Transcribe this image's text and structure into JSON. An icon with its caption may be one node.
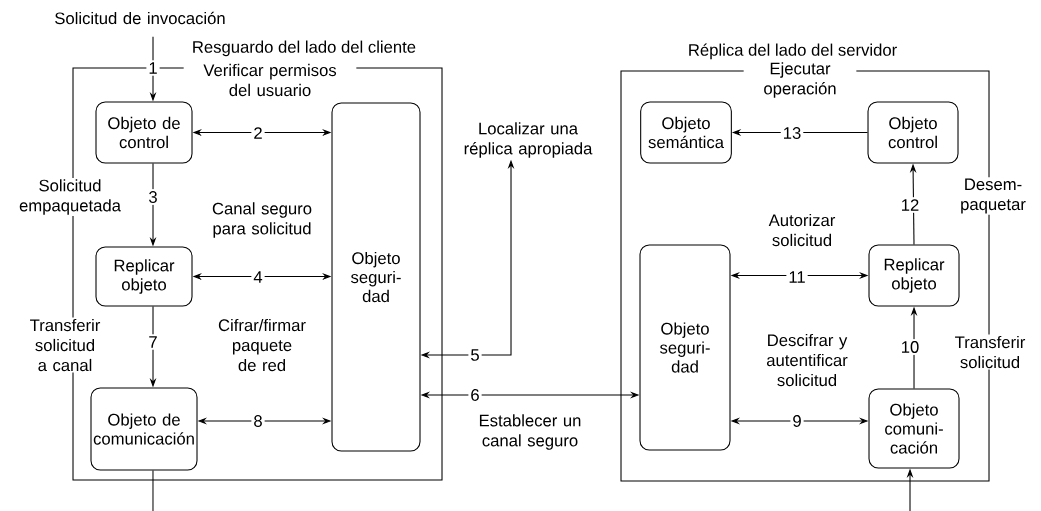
{
  "diagram": {
    "nodes": [
      {
        "text": [
          "Resguardo del lado del cliente"
        ]
      },
      {
        "text": [
          "Objeto de control"
        ],
        "in": 0
      },
      {
        "text": [
          "Replicar objeto"
        ],
        "in": 0
      },
      {
        "text": [
          "Objeto de comunicación"
        ],
        "in": 0
      },
      {
        "text": [
          "Objeto seguri- dad"
        ],
        "in": 0
      },
      {
        "text": [
          "Localizar una réplica apropiada"
        ]
      },
      {
        "text": [
          "Réplica del lado del servidor"
        ]
      },
      {
        "text": [
          "Objeto semántica"
        ],
        "in": 6
      },
      {
        "text": [
          "Objeto control"
        ],
        "in": 6
      },
      {
        "text": [
          "Objeto seguri- dad"
        ],
        "in": 6
      },
      {
        "text": [
          "Replicar objeto"
        ],
        "in": 6
      },
      {
        "text": [
          "Objeto comuni- cación"
        ],
        "in": 6
      },
      {
        "text": [
          "Solicitud de invocación"
        ]
      }
    ],
    "edges": [
      {
        "from": 12,
        "to": 1,
        "arrow": "to",
        "label": "1"
      },
      {
        "from": 1,
        "to": 4,
        "arrow": "both",
        "label": "2"
      },
      {
        "from": 1,
        "to": 2,
        "arrow": "to",
        "label": "3"
      },
      {
        "from": 2,
        "to": 4,
        "arrow": "both",
        "label": "4"
      },
      {
        "from": 4,
        "to": 5,
        "arrow": "both",
        "label": "5"
      },
      {
        "from": 4,
        "to": 9,
        "arrow": "both",
        "label": "6"
      },
      {
        "from": 2,
        "to": 3,
        "arrow": "to",
        "label": "7"
      },
      {
        "from": 3,
        "to": 4,
        "arrow": "both",
        "label": "8"
      },
      {
        "from": 9,
        "to": 11,
        "arrow": "both",
        "label": "9"
      },
      {
        "from": 11,
        "to": 10,
        "arrow": "to",
        "label": "10"
      },
      {
        "from": 9,
        "to": 10,
        "arrow": "both",
        "label": "11"
      },
      {
        "from": 10,
        "to": 8,
        "arrow": "to",
        "label": "12"
      },
      {
        "from": 8,
        "to": 7,
        "arrow": "to",
        "label": "13"
      },
      {
        "from": 3,
        "to": null,
        "arrow": "none"
      },
      {
        "from": null,
        "to": 11,
        "arrow": "to"
      }
    ],
    "labels": [
      "Verificar permisos del usuario",
      "Solicitud empaquetada",
      "Canal seguro para solicitud",
      "Transferir solicitud a canal",
      "Cifrar/firmar paquete de red",
      "Establecer un canal seguro",
      "Ejecutar operación",
      "Desem- paquetar",
      "Autorizar solicitud",
      "Descifrar y autentificar solicitud",
      "Transferir solicitud"
    ]
  }
}
